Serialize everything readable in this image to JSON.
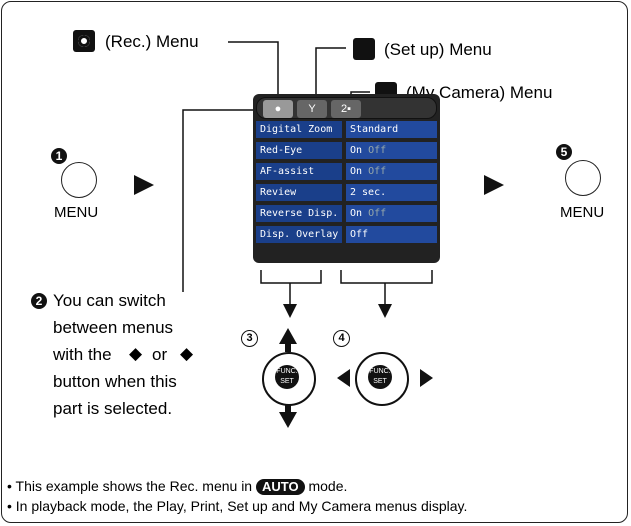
{
  "top_labels": {
    "rec_menu": "(Rec.) Menu",
    "setup_menu": "(Set up) Menu",
    "mycam_menu": "(My Camera) Menu"
  },
  "steps": {
    "step1_num": "1",
    "step1_label": "MENU",
    "step5_num": "5",
    "step5_label": "MENU",
    "step2_num": "2",
    "step2_line1": "You can switch",
    "step2_line2": "between menus",
    "step2_line3a": "with the",
    "step2_line3b": "or",
    "step2_line4": "button when this",
    "step2_line5": "part is selected.",
    "step3_num": "3",
    "step4_num": "4"
  },
  "screen": {
    "tabs": [
      "●",
      "Y",
      "2▪"
    ],
    "rows": [
      {
        "key": "Digital Zoom",
        "val": "Standard",
        "dim": ""
      },
      {
        "key": "Red-Eye",
        "val": "On",
        "dim": "Off"
      },
      {
        "key": "AF-assist Beam",
        "val": "On",
        "dim": "Off"
      },
      {
        "key": "Review",
        "val": "2 sec.",
        "dim": ""
      },
      {
        "key": "Reverse Disp.",
        "val": "On",
        "dim": "Off"
      },
      {
        "key": "Disp. Overlay",
        "val": "Off",
        "dim": ""
      }
    ]
  },
  "dial_center": "FUNC. SET",
  "notes": {
    "line1a": "• This example shows the Rec. menu in",
    "auto_badge": "AUTO",
    "line1b": "mode.",
    "line2": "• In playback mode, the Play, Print, Set up and My Camera menus display."
  }
}
